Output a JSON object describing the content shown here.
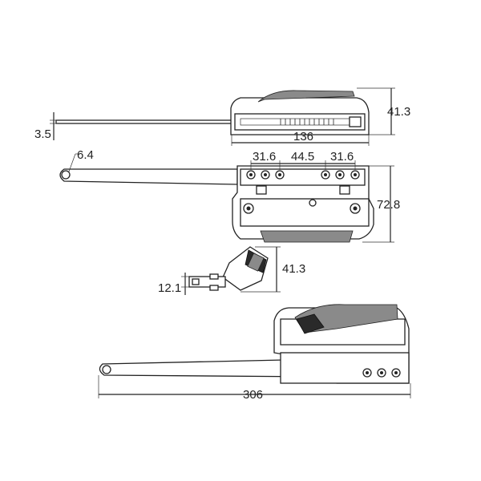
{
  "drawing": {
    "top_view": {
      "height_dim": "41.3",
      "width_dim": "136",
      "arm_thickness_dim": "3.5"
    },
    "front_view": {
      "hole_dim": "6.4",
      "spacing_left": "31.6",
      "spacing_middle": "44.5",
      "spacing_right": "31.6",
      "height_dim": "72.8"
    },
    "side_view": {
      "height_dim": "41.3",
      "depth_dim": "12.1"
    },
    "bottom_view": {
      "length_dim": "306"
    }
  }
}
